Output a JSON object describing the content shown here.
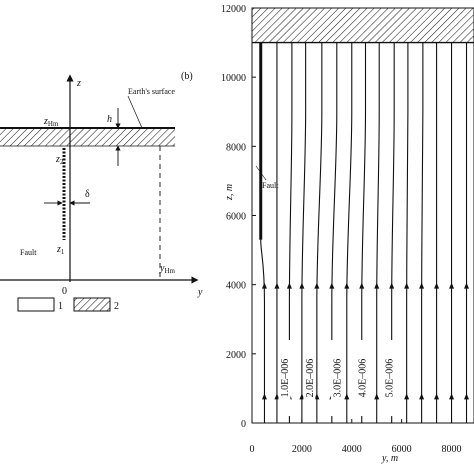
{
  "left_panel": {
    "panel_label": "(b)",
    "z_axis": "z",
    "y_axis": "y",
    "origin": "0",
    "earth_surface": "Earth's surface",
    "h": "h",
    "z_hm": "z",
    "z_hm_sub": "Hm",
    "z2": "z",
    "z2_sub": "2",
    "z1": "z",
    "z1_sub": "1",
    "delta": "δ",
    "fault": "Fault",
    "y_hm": "y",
    "y_hm_sub": "Hm",
    "legend": [
      {
        "label": "1",
        "pattern": "plain"
      },
      {
        "label": "2",
        "pattern": "hatched"
      }
    ]
  },
  "right_panel": {
    "x_label": "y, m",
    "y_label": "z, m",
    "x_ticks": [
      "0",
      "2000",
      "4000",
      "6000",
      "8000"
    ],
    "y_ticks": [
      "0",
      "2000",
      "4000",
      "6000",
      "8000",
      "10000",
      "12000"
    ],
    "fault_label": "Fault",
    "contour_labels": [
      "1.0E–006",
      "2.0E–006",
      "3.0E–006",
      "4.0E–006",
      "5.0E–006"
    ]
  },
  "chart_data": {
    "type": "line",
    "xlabel": "y, m",
    "ylabel": "z, m",
    "xlim": [
      0,
      8900
    ],
    "ylim": [
      0,
      12000
    ],
    "surface_z": 11000,
    "fault": {
      "y": 350,
      "z_bottom": 5300,
      "z_top": 11000
    },
    "contour_levels": [
      {
        "label": "1.0E–006",
        "y": 1300
      },
      {
        "label": "2.0E–006",
        "y": 2300
      },
      {
        "label": "3.0E–006",
        "y": 3400
      },
      {
        "label": "4.0E–006",
        "y": 4400
      },
      {
        "label": "5.0E–006",
        "y": 5500
      }
    ],
    "streamlines": [
      {
        "y0": 500,
        "y_top": 350
      },
      {
        "y0": 1000,
        "y_top": 1000
      },
      {
        "y0": 1500,
        "y_top": 1600
      },
      {
        "y0": 2000,
        "y_top": 2150
      },
      {
        "y0": 2600,
        "y_top": 2800
      },
      {
        "y0": 3200,
        "y_top": 3400
      },
      {
        "y0": 3800,
        "y_top": 4000
      },
      {
        "y0": 4400,
        "y_top": 4550
      },
      {
        "y0": 5000,
        "y_top": 5100
      },
      {
        "y0": 5600,
        "y_top": 5700
      },
      {
        "y0": 6200,
        "y_top": 6250
      },
      {
        "y0": 6800,
        "y_top": 6850
      },
      {
        "y0": 7400,
        "y_top": 7400
      },
      {
        "y0": 8000,
        "y_top": 8000
      },
      {
        "y0": 8600,
        "y_top": 8600
      }
    ]
  }
}
